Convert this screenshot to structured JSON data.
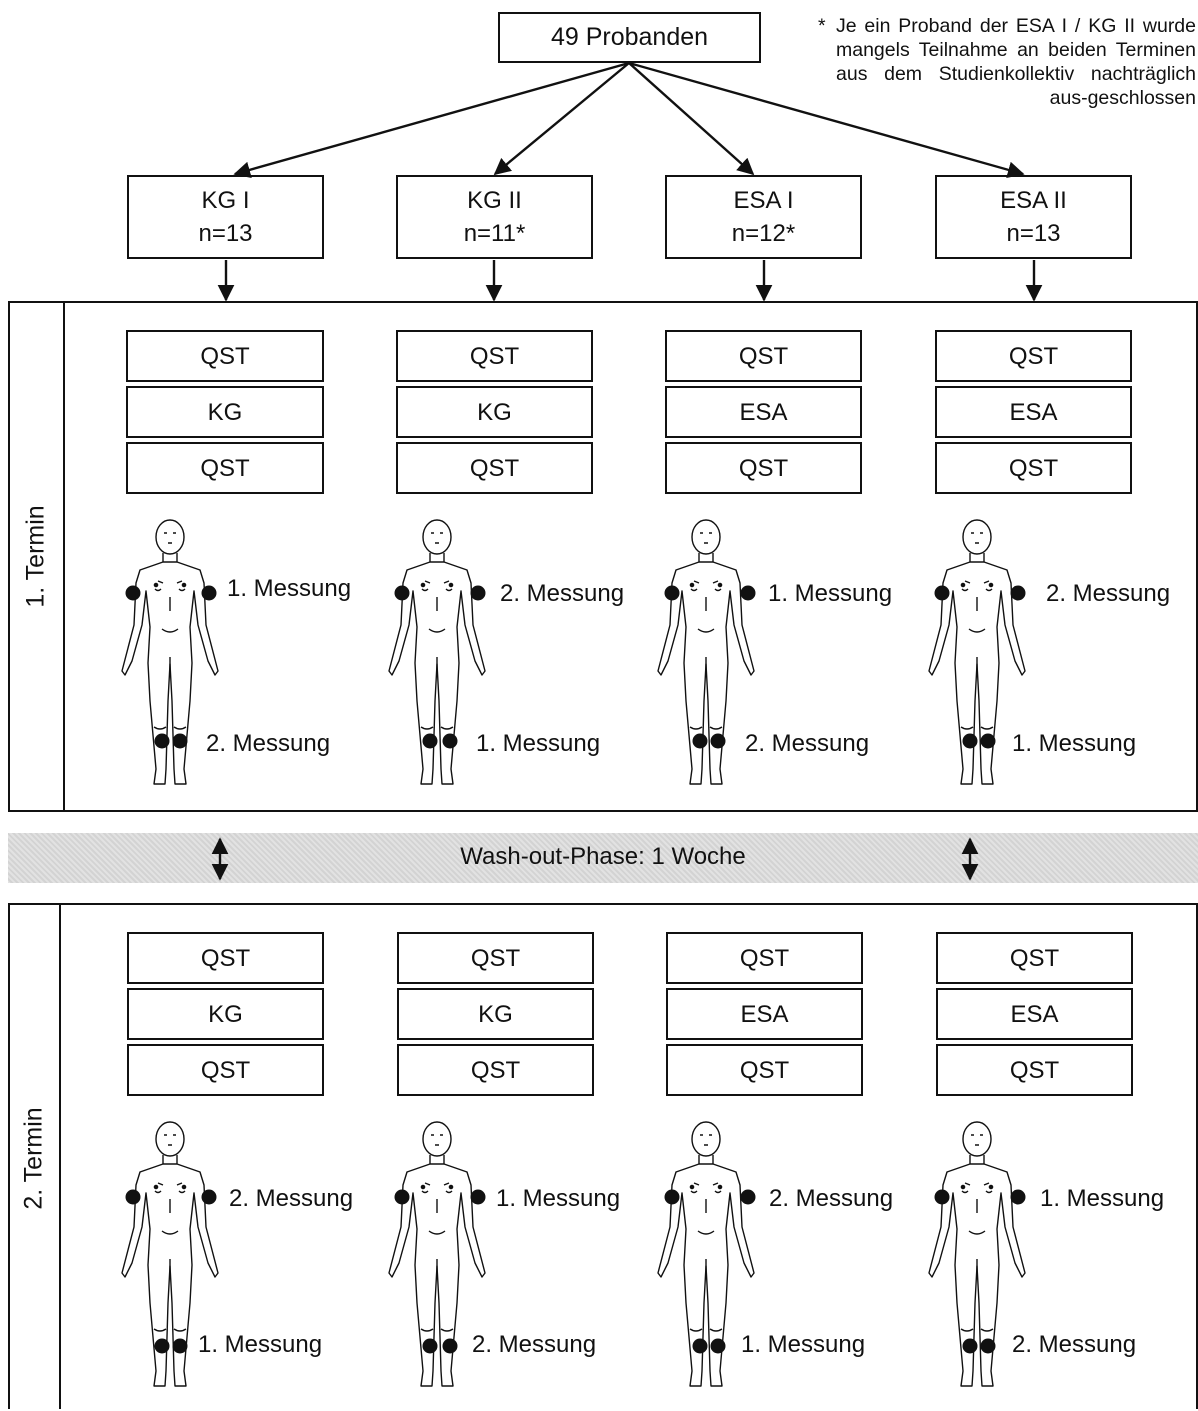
{
  "root": {
    "label": "49 Probanden"
  },
  "footnote": {
    "marker": "*",
    "text": "Je ein Proband der ESA I / KG II wurde mangels Teilnahme an beiden Terminen aus dem Studienkollektiv nachträglich aus-geschlossen"
  },
  "groups": [
    {
      "name": "KG I",
      "n": "n=13"
    },
    {
      "name": "KG II",
      "n": "n=11*"
    },
    {
      "name": "ESA I",
      "n": "n=12*"
    },
    {
      "name": "ESA II",
      "n": "n=13"
    }
  ],
  "termin1": {
    "label": "1. Termin",
    "columns": [
      {
        "steps": [
          "QST",
          "KG",
          "QST"
        ],
        "arm": "1. Messung",
        "knee": "2. Messung"
      },
      {
        "steps": [
          "QST",
          "KG",
          "QST"
        ],
        "arm": "2. Messung",
        "knee": "1. Messung"
      },
      {
        "steps": [
          "QST",
          "ESA",
          "QST"
        ],
        "arm": "1. Messung",
        "knee": "2. Messung"
      },
      {
        "steps": [
          "QST",
          "ESA",
          "QST"
        ],
        "arm": "2. Messung",
        "knee": "1. Messung"
      }
    ]
  },
  "washout": {
    "label": "Wash-out-Phase:  1 Woche"
  },
  "termin2": {
    "label": "2. Termin",
    "columns": [
      {
        "steps": [
          "QST",
          "KG",
          "QST"
        ],
        "arm": "2. Messung",
        "knee": "1. Messung"
      },
      {
        "steps": [
          "QST",
          "KG",
          "QST"
        ],
        "arm": "1. Messung",
        "knee": "2. Messung"
      },
      {
        "steps": [
          "QST",
          "ESA",
          "QST"
        ],
        "arm": "2. Messung",
        "knee": "1. Messung"
      },
      {
        "steps": [
          "QST",
          "ESA",
          "QST"
        ],
        "arm": "1. Messung",
        "knee": "2. Messung"
      }
    ]
  }
}
